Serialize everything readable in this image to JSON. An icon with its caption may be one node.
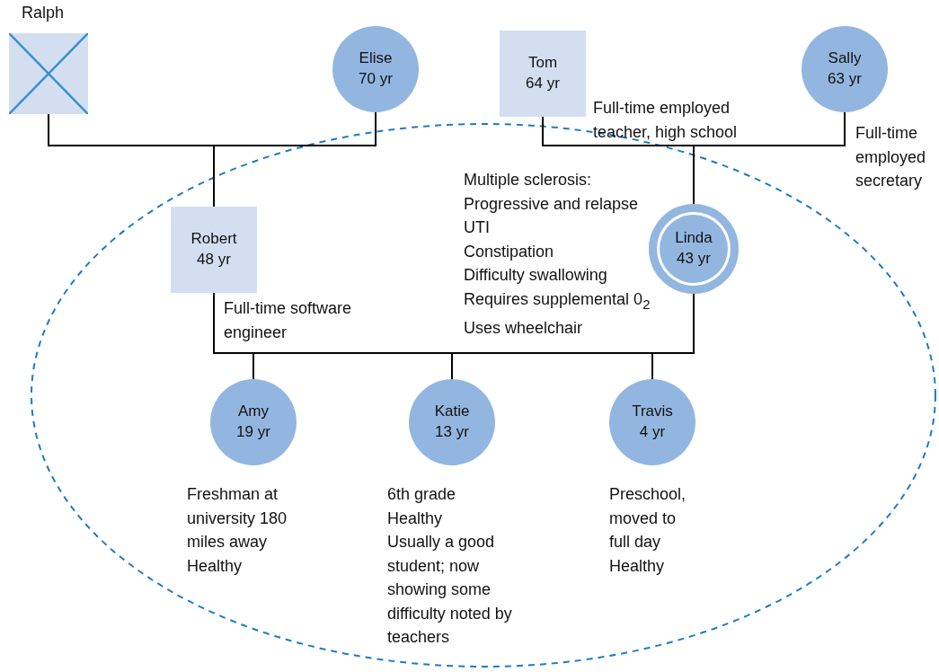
{
  "diagram": {
    "nodes": [
      {
        "text": [
          "Ralph"
        ]
      },
      {
        "text": [
          "Elise",
          "70 yr"
        ]
      },
      {
        "text": [
          "Tom",
          "64 yr"
        ],
        "beside": [
          "Full-time employed teacher, high school"
        ]
      },
      {
        "text": [
          "Sally",
          "63 yr"
        ],
        "beside": [
          "Full-time employed secretary"
        ]
      },
      {
        "text": [
          "Robert",
          "48 yr"
        ],
        "beside": [
          "Full-time software engineer"
        ]
      },
      {
        "text": [
          "Linda",
          "43 yr"
        ],
        "beside": [
          "Multiple sclerosis: Progressive and relapse",
          "UTI",
          "Constipation",
          "Difficulty swallowing",
          "Requires supplemental 0$_{2}$",
          "Uses wheelchair"
        ]
      },
      {
        "text": [
          "Amy",
          "19 yr"
        ],
        "beside": [
          "Freshman at university 180 miles away",
          "Healthy"
        ]
      },
      {
        "text": [
          "Katie",
          "13 yr"
        ],
        "beside": [
          "6th grade",
          "Healthy",
          "Usually a good student; now showing some difficulty noted by teachers"
        ]
      },
      {
        "text": [
          "Travis",
          "4 yr"
        ],
        "beside": [
          "Preschool, moved to full day",
          "Healthy"
        ]
      }
    ],
    "edges": [
      {
        "from": 0,
        "to": 1,
        "arrow": "none"
      },
      {
        "from": 0,
        "to": 4,
        "arrow": "none"
      },
      {
        "from": 1,
        "to": 4,
        "arrow": "none"
      },
      {
        "from": 2,
        "to": 3,
        "arrow": "none"
      },
      {
        "from": 2,
        "to": 5,
        "arrow": "none"
      },
      {
        "from": 3,
        "to": 5,
        "arrow": "none"
      },
      {
        "from": 4,
        "to": 5,
        "arrow": "none"
      },
      {
        "from": 4,
        "to": 6,
        "arrow": "none"
      },
      {
        "from": 5,
        "to": 6,
        "arrow": "none"
      },
      {
        "from": 4,
        "to": 7,
        "arrow": "none"
      },
      {
        "from": 5,
        "to": 7,
        "arrow": "none"
      },
      {
        "from": 4,
        "to": 8,
        "arrow": "none"
      },
      {
        "from": 5,
        "to": 8,
        "arrow": "none"
      }
    ]
  }
}
